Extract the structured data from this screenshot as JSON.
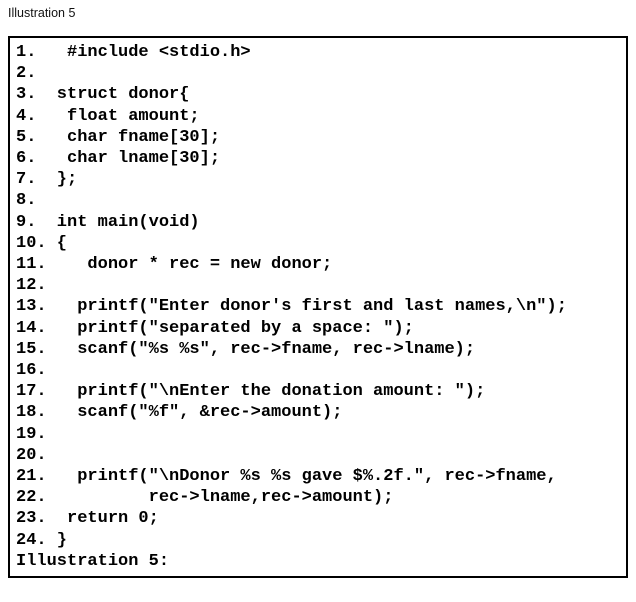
{
  "title": "Illustration 5",
  "colors": {
    "background": "#ffffff",
    "text": "#000000",
    "box_border": "#000000"
  },
  "code_listing": {
    "lines": [
      "1.   #include <stdio.h>",
      "2.",
      "3.  struct donor{",
      "4.   float amount;",
      "5.   char fname[30];",
      "6.   char lname[30];",
      "7.  };",
      "8.",
      "9.  int main(void)",
      "10. {",
      "11.    donor * rec = new donor;",
      "12.",
      "13.   printf(\"Enter donor's first and last names,\\n\");",
      "14.   printf(\"separated by a space: \");",
      "15.   scanf(\"%s %s\", rec->fname, rec->lname);",
      "16.",
      "17.   printf(\"\\nEnter the donation amount: \");",
      "18.   scanf(\"%f\", &rec->amount);",
      "19.",
      "20.",
      "21.   printf(\"\\nDonor %s %s gave $%.2f.\", rec->fname,",
      "22.          rec->lname,rec->amount);",
      "23.  return 0;",
      "24. }",
      "Illustration 5:"
    ]
  }
}
